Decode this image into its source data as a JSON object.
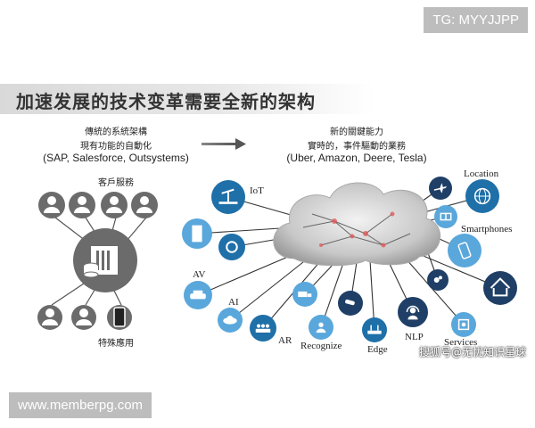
{
  "overlay": {
    "tag": "TG: MYYJJPP",
    "site": "www.memberpg.com",
    "watermark": "搜狐号@无忧知识星球"
  },
  "headline": "加速发展的技术变革需要全新的架构",
  "left": {
    "line1": "傳統的系統架構",
    "line2": "現有功能的自動化",
    "line3": "(SAP, Salesforce, Outsystems)",
    "customer_label": "客戶服務",
    "special_label": "特殊應用"
  },
  "right": {
    "line1": "新的關鍵能力",
    "line2": "實時的，事件驅動的業務",
    "line3": "(Uber, Amazon, Deere, Tesla)"
  },
  "nodes": [
    {
      "id": "iot",
      "label": "IoT",
      "icon": "oil-pump-icon",
      "color": "#1f6fa8"
    },
    {
      "id": "building",
      "label": "",
      "icon": "building-icon",
      "color": "#5aa7dc"
    },
    {
      "id": "sync",
      "label": "",
      "icon": "refresh-icon",
      "color": "#1f6fa8"
    },
    {
      "id": "av",
      "label": "AV",
      "icon": "car-icon",
      "color": "#5aa7dc"
    },
    {
      "id": "ai",
      "label": "AI",
      "icon": "cloud-icon",
      "color": "#5aa7dc"
    },
    {
      "id": "ar",
      "label": "AR",
      "icon": "people-icon",
      "color": "#1f6fa8"
    },
    {
      "id": "truck",
      "label": "",
      "icon": "truck-icon",
      "color": "#5aa7dc"
    },
    {
      "id": "recognize",
      "label": "Recognize",
      "icon": "person-icon",
      "color": "#5aa7dc"
    },
    {
      "id": "camera",
      "label": "",
      "icon": "cctv-icon",
      "color": "#1f3f66"
    },
    {
      "id": "edge",
      "label": "Edge",
      "icon": "router-icon",
      "color": "#1f6fa8"
    },
    {
      "id": "nlp",
      "label": "NLP",
      "icon": "headset-icon",
      "color": "#1f3f66"
    },
    {
      "id": "services",
      "label": "Services",
      "icon": "cog-box-icon",
      "color": "#5aa7dc"
    },
    {
      "id": "home",
      "label": "",
      "icon": "house-icon",
      "color": "#1f3f66"
    },
    {
      "id": "gears",
      "label": "",
      "icon": "gears-icon",
      "color": "#1f3f66"
    },
    {
      "id": "smartphones",
      "label": "Smartphones",
      "icon": "phone-icon",
      "color": "#5aa7dc"
    },
    {
      "id": "book",
      "label": "",
      "icon": "book-icon",
      "color": "#5aa7dc"
    },
    {
      "id": "location",
      "label": "Location",
      "icon": "globe-icon",
      "color": "#1f6fa8"
    },
    {
      "id": "plane",
      "label": "",
      "icon": "airplane-icon",
      "color": "#1f3f66"
    }
  ]
}
